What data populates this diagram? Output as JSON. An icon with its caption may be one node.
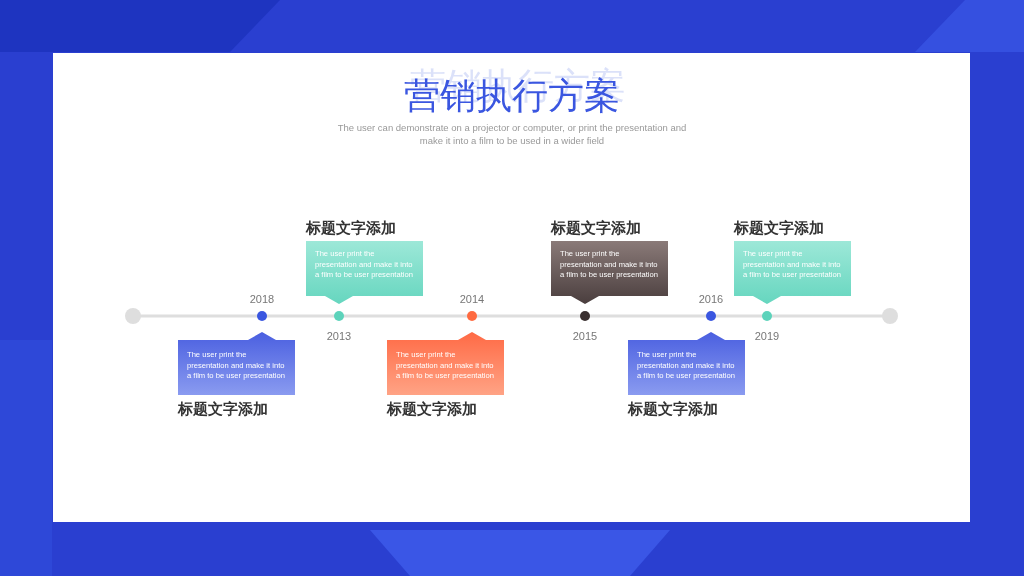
{
  "diagram": {
    "title": "营销执行方案",
    "nodes": [
      {
        "text": [
          "The user print the presentation and make it into a film to be user presentation",
          "标题文字添加"
        ]
      },
      {
        "text": [
          "标题文字添加",
          "The user print the presentation and make it into a film to be user presentation"
        ]
      },
      {
        "text": [
          "The user print the presentation and make it into a film to be user presentation",
          "标题文字添加"
        ]
      },
      {
        "text": [
          "标题文字添加",
          "The user print the presentation and make it into a film to be user presentation"
        ]
      },
      {
        "text": [
          "The user print the presentation and make it into a film to be user presentation",
          "标题文字添加"
        ]
      },
      {
        "text": [
          "标题文字添加",
          "The user print the presentation and make it into a film to be user presentation"
        ]
      }
    ],
    "labels": [
      "The user can demonstrate on a projector or computer, or print the presentation and make it into a film to be used in a wider field",
      "2018",
      "2014",
      "2016",
      "2013",
      "2015",
      "2019"
    ]
  }
}
